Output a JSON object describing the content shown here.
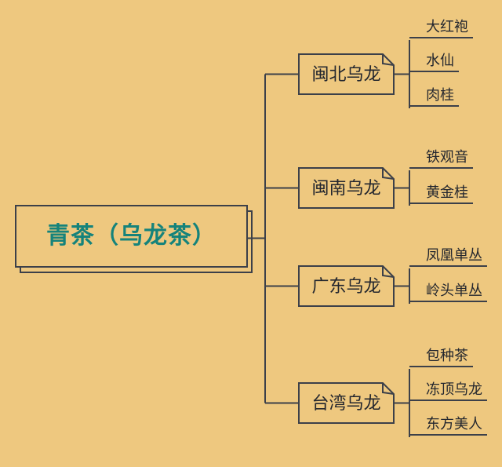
{
  "root": {
    "label": "青茶（乌龙茶）"
  },
  "branches": [
    {
      "label": "闽北乌龙",
      "children": [
        "大红袍",
        "水仙",
        "肉桂"
      ]
    },
    {
      "label": "闽南乌龙",
      "children": [
        "铁观音",
        "黄金桂"
      ]
    },
    {
      "label": "广东乌龙",
      "children": [
        "凤凰单丛",
        "岭头单丛"
      ]
    },
    {
      "label": "台湾乌龙",
      "children": [
        "包种茶",
        "冻顶乌龙",
        "东方美人"
      ]
    }
  ],
  "colors": {
    "background": "#eec87f",
    "line": "#3c4049",
    "text": "#23262e",
    "root-text": "#15837b"
  }
}
